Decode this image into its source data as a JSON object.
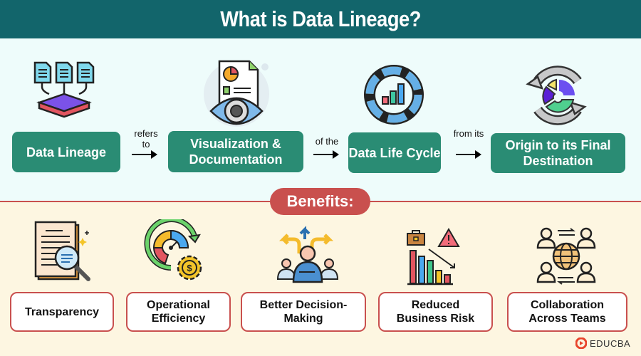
{
  "header": {
    "title": "What is Data Lineage?"
  },
  "definition": {
    "boxes": [
      {
        "label": "Data Lineage",
        "icon": "data-merge-icon"
      },
      {
        "label": "Visualization & Documentation",
        "icon": "document-eye-icon"
      },
      {
        "label": "Data Life Cycle",
        "icon": "cycle-chart-icon"
      },
      {
        "label": "Origin to its Final Destination",
        "icon": "refresh-pie-icon"
      }
    ],
    "connectors": [
      "refers to",
      "of the",
      "from its"
    ]
  },
  "benefits": {
    "title": "Benefits:",
    "items": [
      {
        "label": "Transparency",
        "icon": "document-magnifier-icon"
      },
      {
        "label": "Operational Efficiency",
        "icon": "gauge-gear-icon"
      },
      {
        "label": "Better Decision-Making",
        "icon": "person-decision-icon"
      },
      {
        "label": "Reduced Business Risk",
        "icon": "declining-chart-risk-icon"
      },
      {
        "label": "Collaboration Across Teams",
        "icon": "global-team-icon"
      }
    ]
  },
  "branding": {
    "logo_text": "EDUCBA"
  },
  "colors": {
    "header": "#12656b",
    "green_box": "#2a8c74",
    "accent_red": "#c9504e",
    "top_bg": "#eefcfb",
    "bottom_bg": "#fdf6e1"
  }
}
